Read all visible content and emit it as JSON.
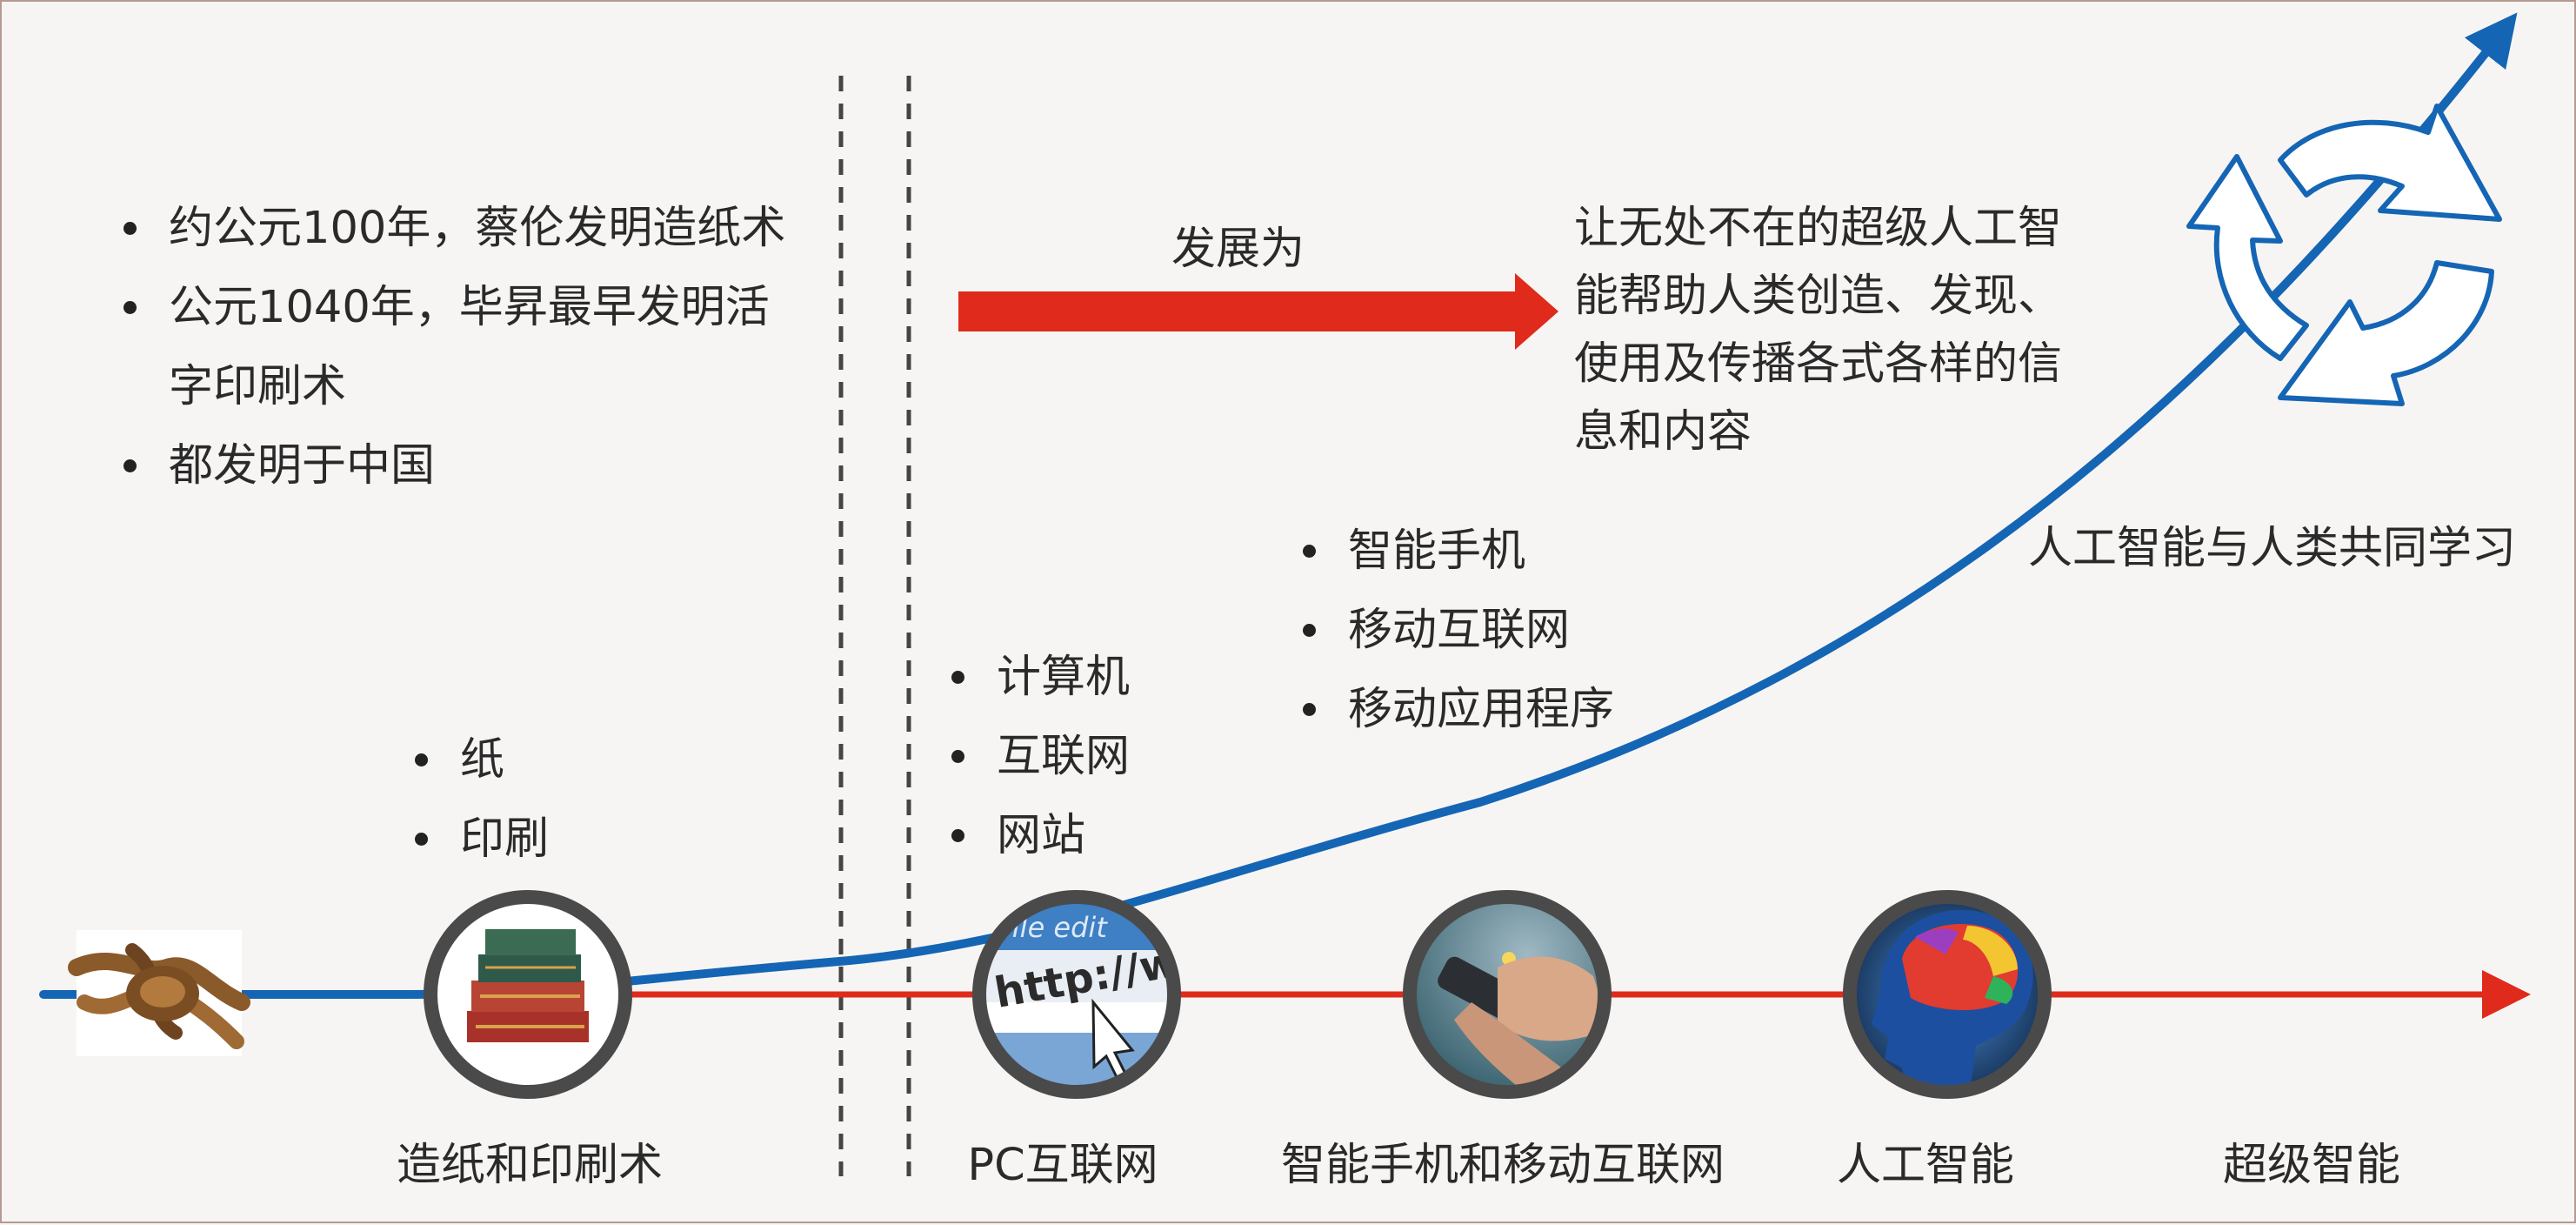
{
  "blocks": {
    "ancient": {
      "items": [
        "约公元100年，蔡伦发明造纸术",
        "公元1040年，毕昇最早发明活字印刷术",
        "都发明于中国"
      ]
    },
    "paper_items": [
      "纸",
      "印刷"
    ],
    "pc_items": [
      "计算机",
      "互联网",
      "网站"
    ],
    "mobile_items": [
      "智能手机",
      "移动互联网",
      "移动应用程序"
    ],
    "develop_label": "发展为",
    "super_ai_desc": "让无处不在的超级人工智能帮助人类创造、发现、使用及传播各式各样的信息和内容",
    "co_learning": "人工智能与人类共同学习"
  },
  "stages": [
    {
      "id": "paper",
      "label": "造纸和印刷术"
    },
    {
      "id": "pc",
      "label": "PC互联网"
    },
    {
      "id": "mobile",
      "label": "智能手机和移动互联网"
    },
    {
      "id": "ai",
      "label": "人工智能"
    },
    {
      "id": "super",
      "label": "超级智能"
    }
  ],
  "icons": {
    "rope": "knotted-rope-icon",
    "books": "books-icon",
    "browser": "browser-http-icon",
    "phone": "smartphone-hand-icon",
    "brain": "brain-head-icon",
    "cycle": "cycle-arrows-icon"
  },
  "colors": {
    "timeline_red": "#e02a1c",
    "curve_blue": "#1565b5",
    "circle_ring": "#4a4a4a"
  }
}
